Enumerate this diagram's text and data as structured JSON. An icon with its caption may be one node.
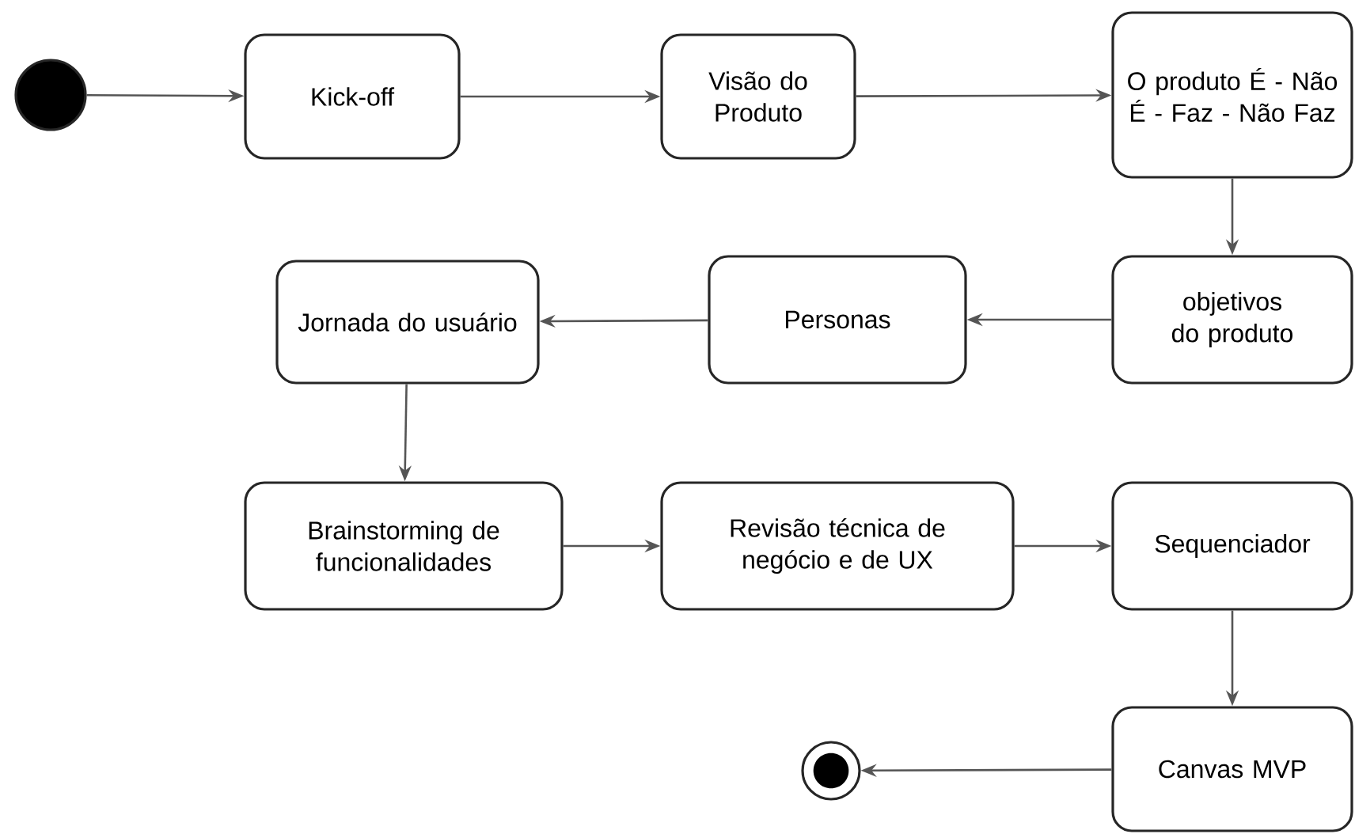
{
  "diagram": {
    "nodes": [
      {
        "text": [],
        "shape": "circle"
      },
      {
        "text": [
          "Kick-off"
        ]
      },
      {
        "text": [
          "Visão do Produto"
        ]
      },
      {
        "text": [
          "O produto É - Não É - Faz - Não Faz"
        ]
      },
      {
        "text": [
          "objetivos do produto"
        ]
      },
      {
        "text": [
          "Personas"
        ]
      },
      {
        "text": [
          "Jornada do usuário"
        ]
      },
      {
        "text": [
          "Brainstorming de funcionalidades"
        ]
      },
      {
        "text": [
          "Revisão técnica de negócio e de UX"
        ]
      },
      {
        "text": [
          "Sequenciador"
        ]
      },
      {
        "text": [
          "Canvas MVP"
        ]
      },
      {
        "text": [],
        "shape": "bullseye"
      }
    ],
    "edges": [
      {
        "from": 0,
        "to": 1,
        "arrow": "to"
      },
      {
        "from": 1,
        "to": 2,
        "arrow": "to"
      },
      {
        "from": 2,
        "to": 3,
        "arrow": "to"
      },
      {
        "from": 3,
        "to": 4,
        "arrow": "to"
      },
      {
        "from": 4,
        "to": 5,
        "arrow": "to"
      },
      {
        "from": 5,
        "to": 6,
        "arrow": "to"
      },
      {
        "from": 6,
        "to": 7,
        "arrow": "to"
      },
      {
        "from": 7,
        "to": 8,
        "arrow": "to"
      },
      {
        "from": 8,
        "to": 9,
        "arrow": "to"
      },
      {
        "from": 9,
        "to": 10,
        "arrow": "to"
      },
      {
        "from": 10,
        "to": 11,
        "arrow": "to"
      }
    ]
  }
}
